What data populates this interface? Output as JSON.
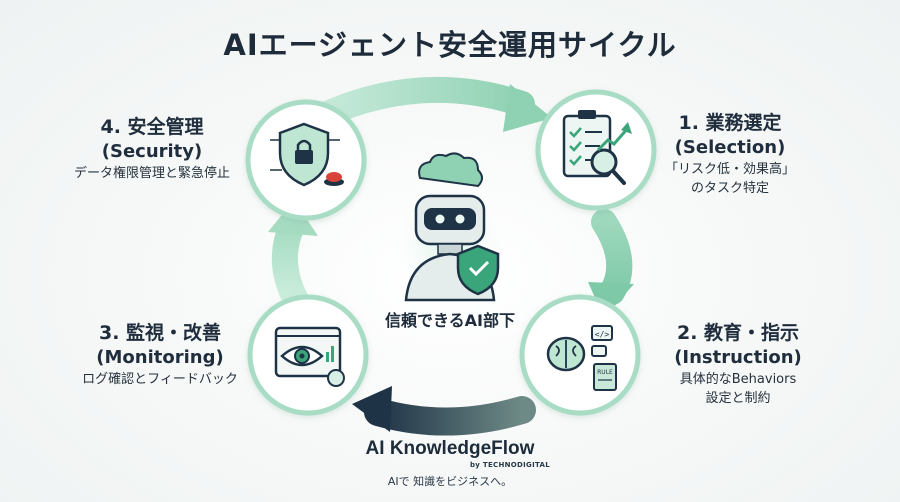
{
  "title": "AIエージェント安全運用サイクル",
  "steps": [
    {
      "heading": "1. 業務選定",
      "sub": "(Selection)",
      "desc": [
        "「リスク低・効果高」",
        "のタスク特定"
      ],
      "icon": "checklist-magnifier-icon"
    },
    {
      "heading": "2. 教育・指示",
      "sub": "(Instruction)",
      "desc": [
        "具体的なBehaviors",
        "設定と制約"
      ],
      "icon": "brain-code-book-icon"
    },
    {
      "heading": "3. 監視・改善",
      "sub": "(Monitoring)",
      "desc": [
        "ログ確認とフィードバック"
      ],
      "icon": "eye-dashboard-icon"
    },
    {
      "heading": "4. 安全管理",
      "sub": "(Security)",
      "desc": [
        "データ権限管理と緊急停止"
      ],
      "icon": "shield-lock-icon"
    }
  ],
  "center": {
    "caption": "信頼できるAI部下",
    "icon": "robot-shield-icon"
  },
  "brand": {
    "name": "AI KnowledgeFlow",
    "by": "by TECHNODIGITAL",
    "tagline": "AIで 知識をビジネスへ。"
  },
  "colors": {
    "mint": "#a8dcc4",
    "mint_dark": "#6fc3a0",
    "arrow_dark": "#1f3347",
    "text": "#1d2b3a"
  }
}
